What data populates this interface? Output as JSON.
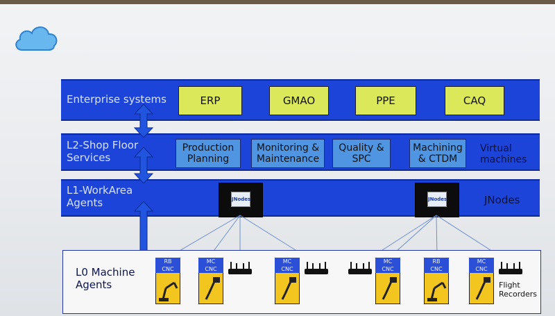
{
  "layers": {
    "enterprise": {
      "title": "Enterprise systems",
      "boxes": [
        "ERP",
        "GMAO",
        "PPE",
        "CAQ"
      ]
    },
    "l2": {
      "title": "L2-Shop Floor\nServices",
      "boxes": [
        "Production\nPlanning",
        "Monitoring &\nMaintenance",
        "Quality &\nSPC",
        "Machining\n& CTDM"
      ],
      "side_label": "Virtual\nmachines"
    },
    "l1": {
      "title": "L1-WorkArea\nAgents",
      "node_logo": "JNodes",
      "side_label": "JNodes"
    },
    "l0": {
      "title": "L0 Machine\nAgents",
      "machines": [
        {
          "label": "RB\nCNC",
          "kind": "robot-arm"
        },
        {
          "label": "MC\nCNC",
          "kind": "drill"
        },
        {
          "label": "MC\nCNC",
          "kind": "drill"
        },
        {
          "label": "MC\nCNC",
          "kind": "drill"
        },
        {
          "label": "RB\nCNC",
          "kind": "robot-arm"
        },
        {
          "label": "MC\nCNC",
          "kind": "drill"
        }
      ],
      "side_label": "Flight\nRecorders"
    }
  },
  "colors": {
    "band_blue": "#1d44d8",
    "app_yellow": "#dbe85a",
    "service_blue": "#4f95e2",
    "machine_yellow": "#f2c61f",
    "cloud_blue": "#69b7ef"
  },
  "icons": [
    "cloud-icon",
    "robot-arm-icon",
    "drill-icon",
    "router-icon",
    "jnode-device-icon"
  ]
}
